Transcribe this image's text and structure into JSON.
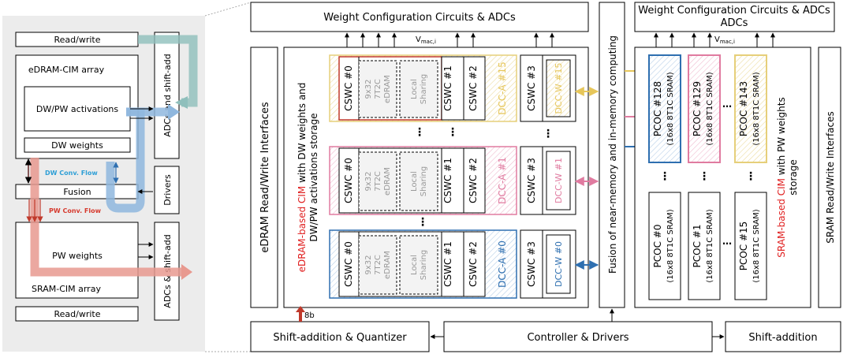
{
  "left_panel": {
    "read_write_top": "Read/write",
    "edram_array": "eDRAM-CIM array",
    "dw_pw_activations": "DW/PW activations",
    "dw_weights": "DW weights",
    "adcs_shift_add_top": "ADCs and shift-add",
    "drivers": "Drivers",
    "dw_conv_flow": "DW Conv. Flow",
    "fusion": "Fusion",
    "pw_conv_flow": "PW Conv. Flow",
    "pw_weights": "PW weights",
    "sram_array": "SRAM-CIM array",
    "adcs_shift_add_bottom": "ADCs & shift-add",
    "read_write_bottom": "Read/write"
  },
  "main": {
    "weight_config_left": "Weight Configuration Circuits & ADCs",
    "weight_config_right": "Weight Configuration Circuits & ADCs",
    "vmac_label": "V",
    "vmac_sub": "mac,i",
    "edram_rw_interfaces": "eDRAM Read/Write Interfaces",
    "edram_cim_red": "eDRAM-based CIM",
    "edram_cim_rest": " with DW weights and",
    "edram_cim_line2": "DW/PW activations storage",
    "cswc0": "CSWC #0",
    "cswc1": "CSWC #1",
    "cswc2": "CSWC #2",
    "cswc3": "CSWC #3",
    "cell_9x32": "9x32",
    "cell_7t2c": "7T2C",
    "cell_edram": "eDRAM",
    "local_sharing_1": "Local",
    "local_sharing_2": "Sharing",
    "dcc_a_15": "DCC-A #15",
    "dcc_a_1": "DCC-A #1",
    "dcc_a_0": "DCC-A #0",
    "dcc_w_15": "DCC-W #15",
    "dcc_w_1": "DCC-W #1",
    "dcc_w_0": "DCC-W #0",
    "dots": "...",
    "fusion_vertical": "Fusion of near-memory and in-memory computing",
    "pcoc128": "PCOC #128",
    "pcoc129": "PCOC #129",
    "pcoc143": "PCOC #143",
    "pcoc0": "PCOC #0",
    "pcoc1": "PCOC #1",
    "pcoc15": "PCOC #15",
    "pcoc_sram": "(16x8 8T1C SRAM)",
    "sram_cim_red": "SRAM-based CIM",
    "sram_cim_rest": " with PW weights",
    "sram_cim_line2": "storage",
    "sram_rw_interfaces": "SRAM Read/Write Interfaces",
    "shift_add_quant": "Shift-addition & Quantizer",
    "controller": "Controller & Drivers",
    "shift_add_right": "Shift-addition",
    "bits_8b": "8b"
  }
}
